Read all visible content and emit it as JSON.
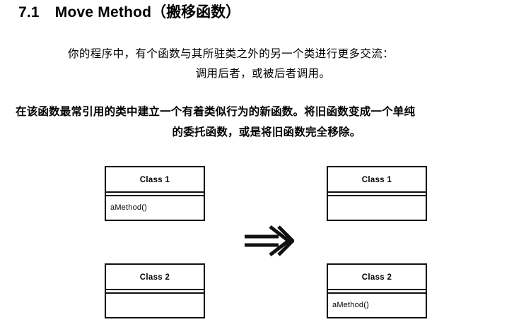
{
  "heading": {
    "number": "7.1",
    "title_en": "Move Method",
    "title_cn": "（搬移函数）"
  },
  "summary": {
    "line1": "你的程序中，有个函数与其所驻类之外的另一个类进行更多交流：",
    "line2": "调用后者，或被后者调用。"
  },
  "action": {
    "line1": "在该函数最常引用的类中建立一个有着类似行为的新函数。将旧函数变成一个单纯",
    "line2": "的委托函数，或是将旧函数完全移除。"
  },
  "diagram": {
    "arrow_glyph": "⇒",
    "arrow_name": "double-right-arrow",
    "before": {
      "class1": {
        "name": "Class 1",
        "method": "aMethod()"
      },
      "class2": {
        "name": "Class 2",
        "method": ""
      }
    },
    "after": {
      "class1": {
        "name": "Class 1",
        "method": ""
      },
      "class2": {
        "name": "Class 2",
        "method": "aMethod()"
      }
    }
  },
  "colors": {
    "page_background": "#ffffff",
    "text": "#000000",
    "box_stroke": "#111111"
  }
}
